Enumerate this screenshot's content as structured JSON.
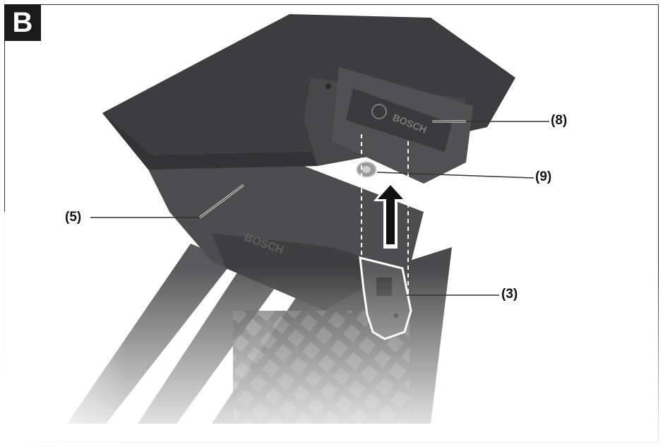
{
  "figure": {
    "badge": "B",
    "brand_text": "BOSCH",
    "callouts": {
      "c8": "(8)",
      "c9": "(9)",
      "c5": "(5)",
      "c3": "(3)"
    }
  },
  "colors": {
    "device_dark": "#3d3d3f",
    "device_mid": "#4a4a4c",
    "mount": "#555557",
    "background": "#ffffff",
    "line": "#333333"
  }
}
